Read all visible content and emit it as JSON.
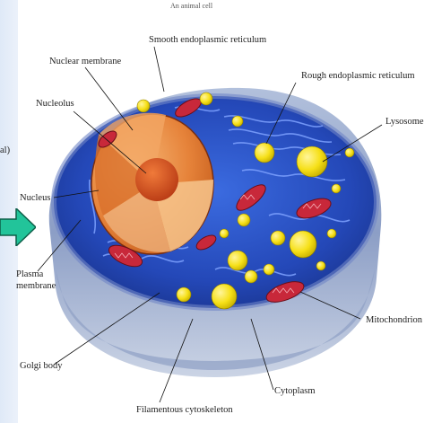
{
  "header_text": "An animal cell",
  "side_fragment": "al)",
  "labels": {
    "smooth_er": "Smooth endoplasmic reticulum",
    "nuclear_membrane": "Nuclear membrane",
    "rough_er": "Rough endoplasmic reticulum",
    "nucleolus": "Nucleolus",
    "lysosome": "Lysosome",
    "nucleus": "Nucleus",
    "plasma_membrane_1": "Plasma",
    "plasma_membrane_2": "membrane",
    "mitochondrion": "Mitochondrion",
    "golgi_body": "Golgi body",
    "cytoplasm": "Cytoplasm",
    "filamentous_cytoskeleton": "Filamentous cytoskeleton"
  },
  "colors": {
    "cytoplasm_blue": "#2a54c8",
    "nucleus_orange": "#e88a3a",
    "mitochondria_red": "#c8283a",
    "vesicle_yellow": "#f6e018",
    "arrow_green": "#22c49a"
  }
}
